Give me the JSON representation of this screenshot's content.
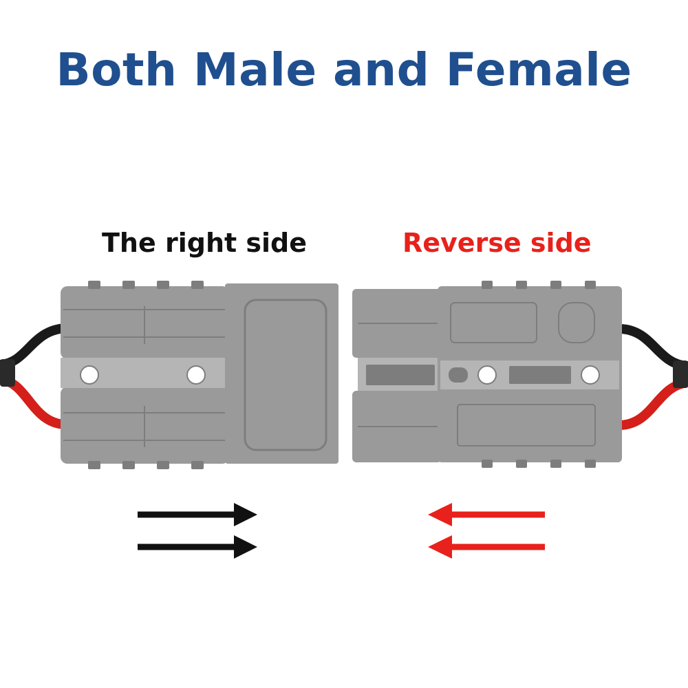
{
  "title": "Both Male and Female",
  "left_side": {
    "label": "The right side"
  },
  "right_side": {
    "label": "Reverse side"
  },
  "colors": {
    "title": "#1f4f8f",
    "left_label": "#111111",
    "right_label": "#e8211c",
    "connector_body": "#9a9a9a",
    "connector_shadow": "#7d7d7d",
    "connector_highlight": "#b5b5b5",
    "wire_black": "#1a1a1a",
    "wire_red": "#d41f1a",
    "arrow_left_group": "#111111",
    "arrow_right_group": "#e8211c"
  },
  "icons": {
    "left_arrows": "arrow-right-icon",
    "right_arrows": "arrow-left-icon"
  }
}
